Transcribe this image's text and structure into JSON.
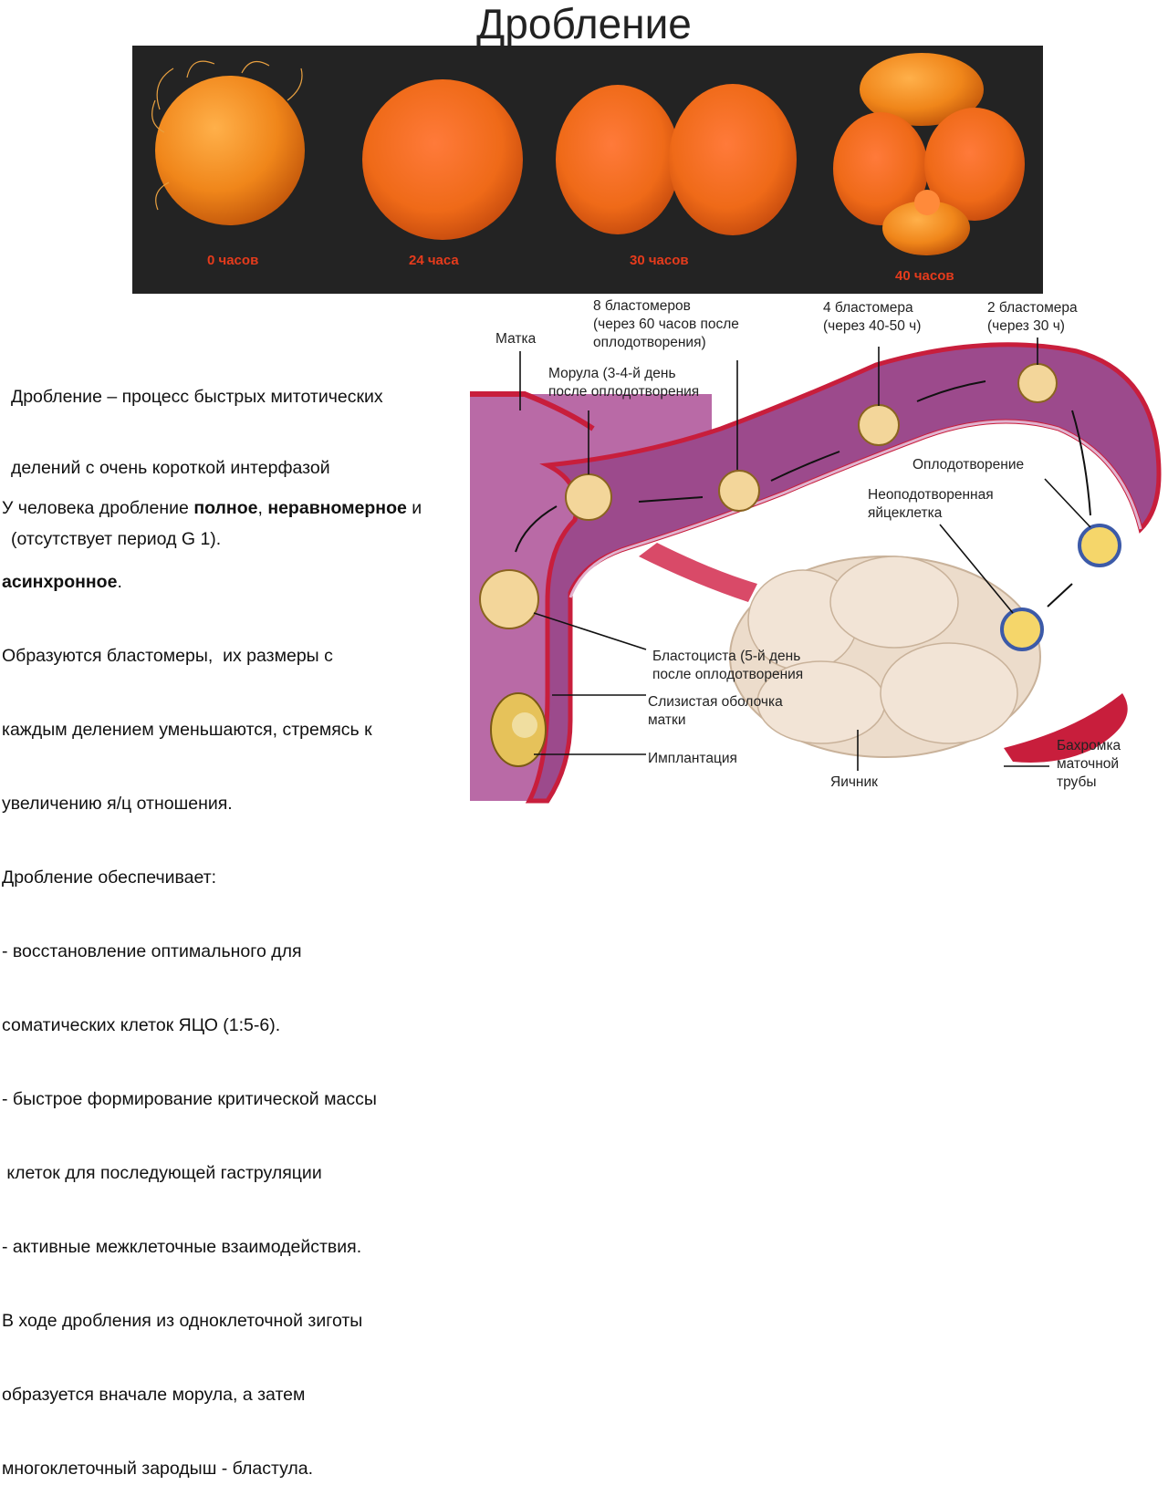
{
  "title": "Дробление",
  "stages": [
    {
      "label": "0 часов"
    },
    {
      "label": "24 часа"
    },
    {
      "label": "30 часов"
    },
    {
      "label": "40 часов"
    }
  ],
  "intro_lines": [
    "Дробление – процесс быстрых митотических",
    "делений с очень короткой интерфазой",
    "(отсутствует период G 1)."
  ],
  "body": {
    "line1_pre": "У человека дробление ",
    "line1_bold1": "полное",
    "line1_mid": ", ",
    "line1_bold2": "неравномерное",
    "line1_post": " и",
    "line2_bold": "асинхронное",
    "line2_post": ".",
    "lines": [
      "Образуются бластомеры,  их размеры с",
      "каждым делением уменьшаются, стремясь к",
      "увеличению я/ц отношения.",
      "Дробление обеспечивает:",
      "- восстановление оптимального для",
      "соматических клеток ЯЦО (1:5-6).",
      "- быстрое формирование критической массы",
      " клеток для последующей гаструляции",
      "- активные межклеточные взаимодействия.",
      "В ходе дробления из одноклеточной зиготы",
      "образуется вначале морула, а затем",
      "многоклеточный зародыш - бластула."
    ]
  },
  "labels": {
    "matka": "Матка",
    "blast8": "8 бластомеров\n(через 60 часов после\nоплодотворения)",
    "blast4": "4 бластомера\n(через 40-50 ч)",
    "blast2": "2 бластомера\n(через 30 ч)",
    "morula": "Морула (3-4-й день\nпосле оплодотворения",
    "fertilization": "Оплодотворение",
    "unfertilized": "Неоподотворенная\nяйцеклетка",
    "blastocyst": "Бластоциста (5-й день\nпосле оплодотворения",
    "mucosa": "Слизистая оболочка\nматки",
    "implantation": "Имплантация",
    "ovary": "Яичник",
    "fimbriae": "Бахромка\nматочной\nтрубы"
  },
  "colors": {
    "photo_bg": "#232323",
    "cell_orange": "#f08a1a",
    "stage_label": "#e53b1c",
    "tube_purple": "#9c4a8c",
    "tube_wall": "#c81e3c",
    "ovary": "#ecdccb"
  }
}
